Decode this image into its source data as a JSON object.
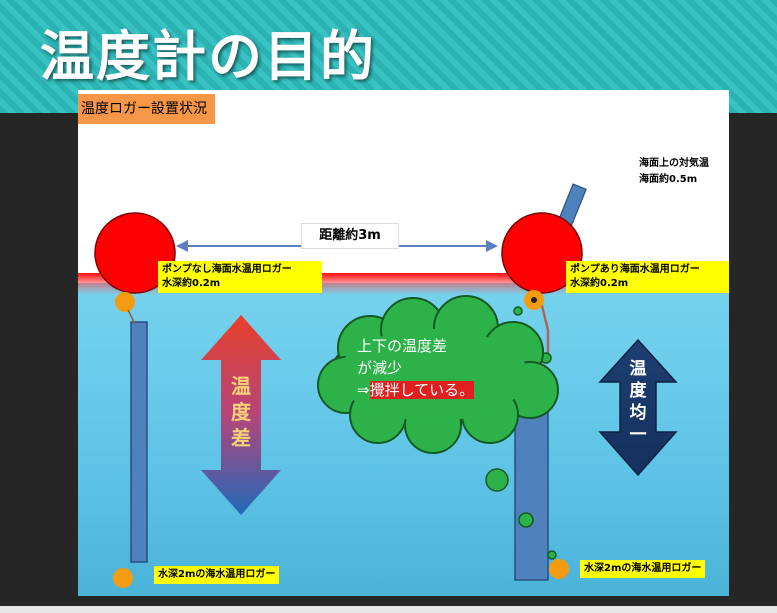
{
  "slide": {
    "title": "温度計の目的"
  },
  "photo": {
    "section_label": "温度ロガー設置状況",
    "distance_label": "距離約3m",
    "left_logger": {
      "line1": "ポンプなし海面水温用ロガー",
      "line2": "水深約0.2m"
    },
    "right_logger": {
      "line1": "ポンプあり海面水温用ロガー",
      "line2": "水深約0.2m"
    },
    "air_logger": {
      "line1": "海面上の対気温",
      "line2": "海面約0.5m"
    },
    "deep_left": "水深2mの海水温用ロガー",
    "deep_right": "水深2mの海水温用ロガー",
    "temp_diff_arrow": [
      "温",
      "度",
      "差"
    ],
    "temp_uniform_arrow": [
      "温",
      "度",
      "均",
      "一"
    ],
    "cloud": {
      "line1": "上下の温度差",
      "line2": "が減少",
      "line3_prefix": "⇒",
      "line3_highlight": "攪拌している。"
    }
  },
  "colors": {
    "header_teal": "#2bb3b3",
    "buoy_red": "#ff0000",
    "logger_orange": "#f39c12",
    "cloud_green": "#2db24a",
    "arrow_red": "#e8402a",
    "arrow_blue": "#1f5fa8",
    "arrow_navy": "#1c3a6e",
    "label_yellow": "#ffff00",
    "label_orange": "#f79646"
  }
}
